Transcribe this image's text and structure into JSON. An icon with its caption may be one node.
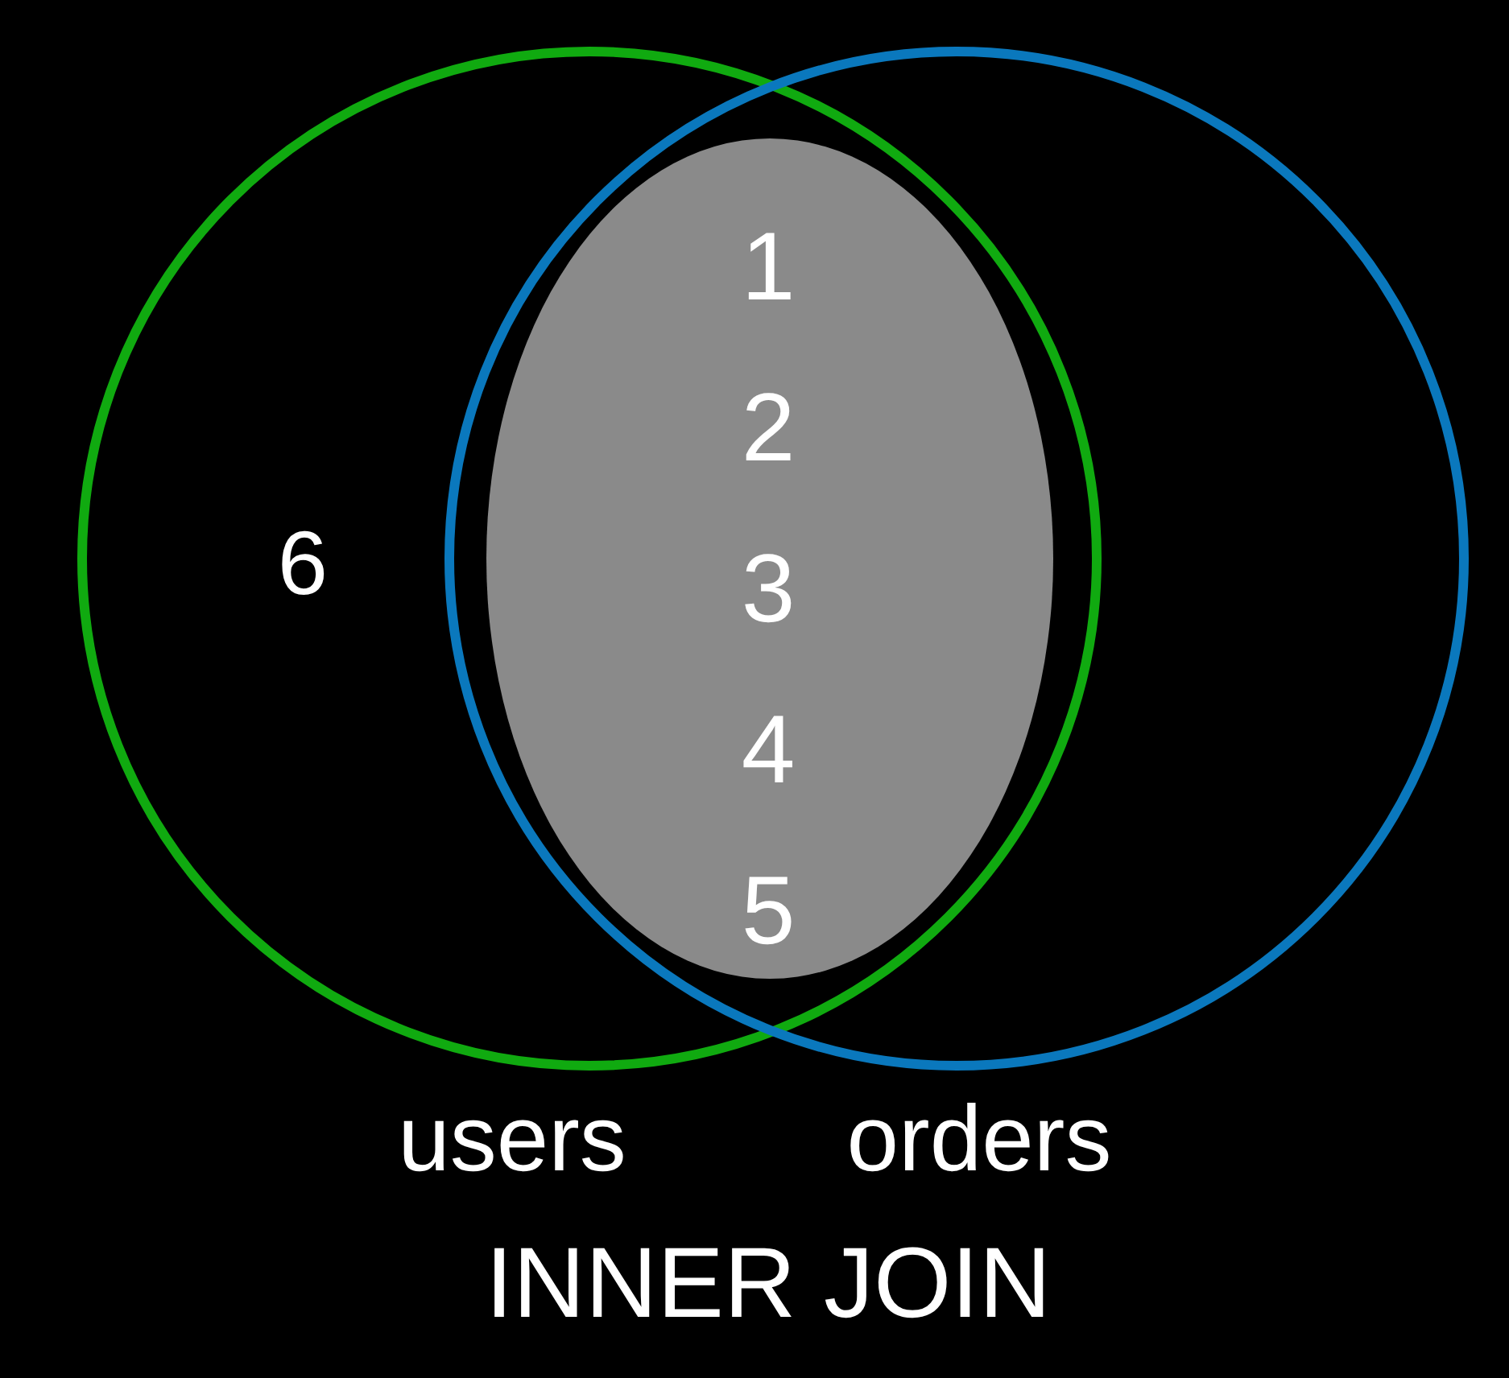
{
  "diagram": {
    "caption": "INNER JOIN",
    "nodes": [
      {
        "text": [
          "6",
          "users"
        ]
      },
      {
        "text": [
          "orders"
        ]
      },
      {
        "text": [
          "1",
          "2",
          "3",
          "4",
          "5"
        ]
      }
    ]
  }
}
